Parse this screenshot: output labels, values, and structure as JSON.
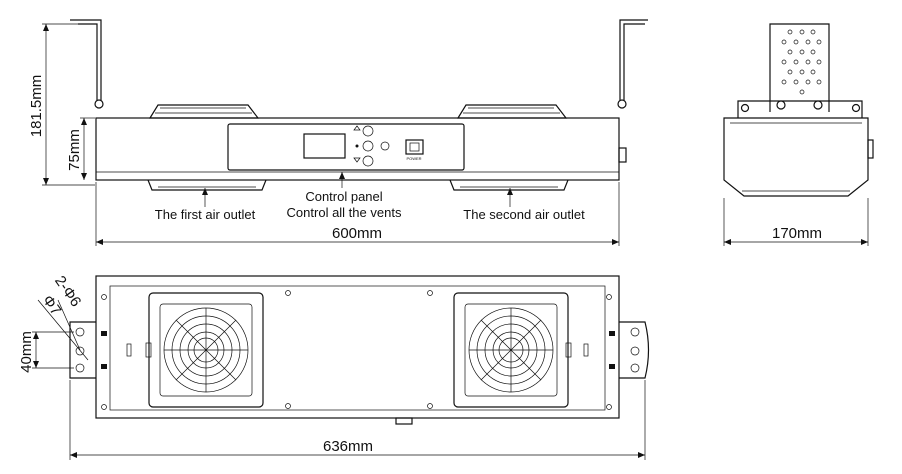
{
  "dimensions": {
    "height_total": "181.5mm",
    "height_body": "75mm",
    "width_front": "600mm",
    "width_side": "170mm",
    "width_top": "636mm",
    "hole_spacing": "40mm",
    "hole_small": "2-Φ6",
    "hole_large": "Φ7"
  },
  "labels": {
    "control_panel": "Control panel",
    "control_all": "Control all the vents",
    "first_outlet": "The first air outlet",
    "second_outlet": "The second air outlet",
    "power": "POWER"
  }
}
